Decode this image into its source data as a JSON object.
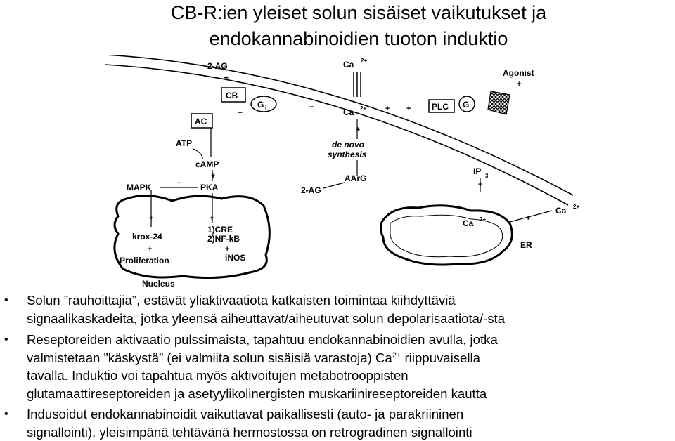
{
  "title": {
    "line1": "CB-R:ien yleiset solun sisäiset vaikutukset ja",
    "line2": "endokannabinoidien tuoton induktio"
  },
  "diagram": {
    "two_ag_top": "2-AG",
    "ca_top": "Ca",
    "ca_sup": "2+",
    "agonist": "Agonist",
    "cb": "CB",
    "gi": "G",
    "gi_sub": "i",
    "ac": "AC",
    "atp": "ATP",
    "camp": "cAMP",
    "pka": "PKA",
    "mapk": "MAPK",
    "ca_inner": "Ca",
    "plc": "PLC",
    "g": "G",
    "de_novo": "de novo",
    "synthesis": "synthesis",
    "aarg": "AArG",
    "two_ag_mid": "2-AG",
    "ip3": "IP",
    "ip3_sub": "3",
    "krox": "krox-24",
    "cre": "1)CRE",
    "nfkb": "2)NF-kB",
    "inos": "iNOS",
    "proliferation": "Proliferation",
    "nucleus": "Nucleus",
    "ca_er_in": "Ca",
    "ca_er_out": "Ca",
    "er": "ER",
    "plus": "+",
    "minus": "−"
  },
  "bullets": [
    {
      "line1": "Solun ”rauhoittajia”, estävät yliaktivaatiota katkaisten toimintaa kiihdyttäviä",
      "line2": "signaalikaskadeita, jotka yleensä aiheuttavat/aiheutuvat solun depolarisaatiota/-sta"
    },
    {
      "line1": "Reseptoreiden aktivaatio pulssimaista, tapahtuu endokannabinoidien avulla, jotka",
      "line2_pre": "valmistetaan ”käskystä” (ei valmiita solun sisäisiä varastoja) Ca",
      "line2_sup": "2+",
      "line2_post": " riippuvaisella",
      "line3": "tavalla. Induktio voi tapahtua myös aktivoitujen metabotrooppisten",
      "line4": "glutamaattireseptoreiden  ja asetyylikolinergisten muskariinireseptoreiden kautta"
    },
    {
      "line1": "Indusoidut endokannabinoidit vaikuttavat paikallisesti (auto- ja parakriininen",
      "line2": "signallointi), yleisimpänä tehtävänä hermostossa on retrogradinen signallointi"
    }
  ],
  "bullet_symbol": "•"
}
